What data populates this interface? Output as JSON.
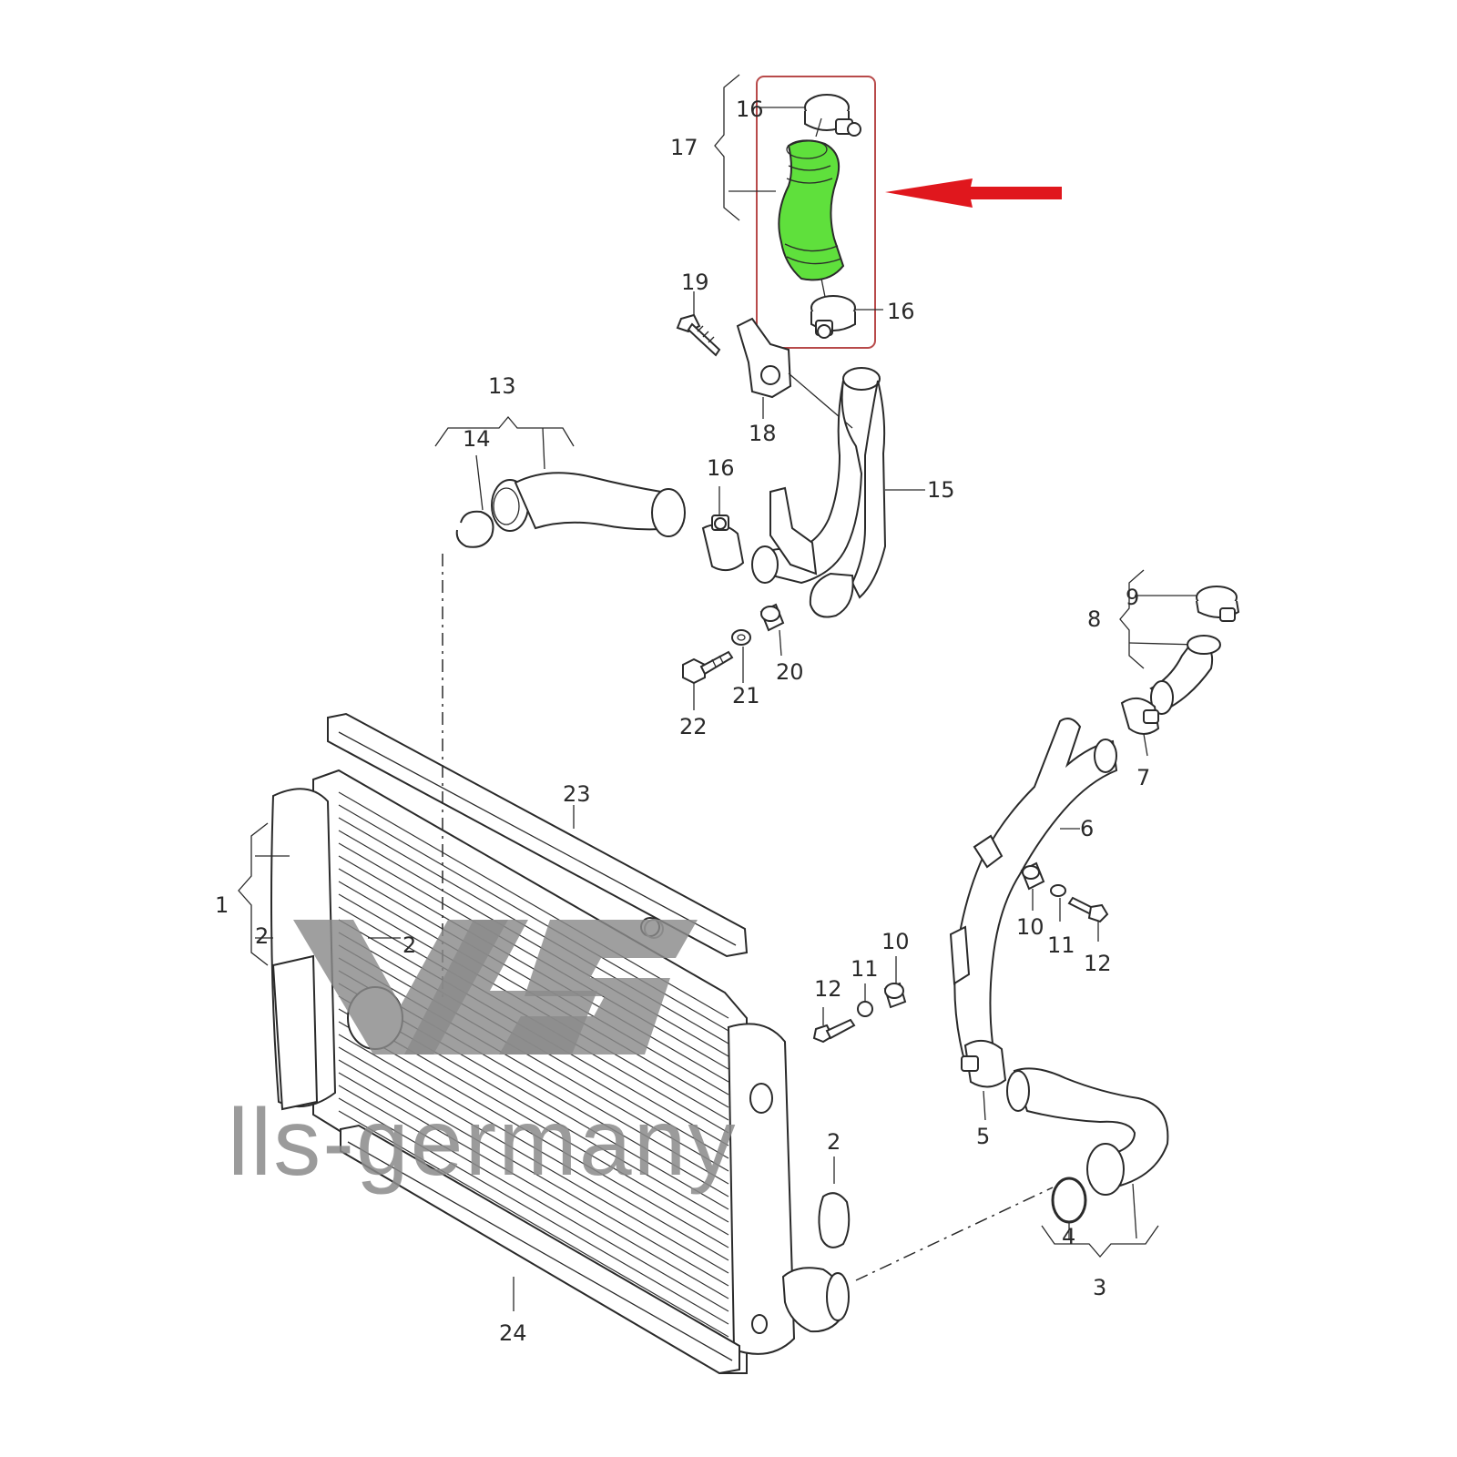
{
  "labels": [
    {
      "id": "16-top",
      "text": "16"
    },
    {
      "id": "17",
      "text": "17"
    },
    {
      "id": "16-mid",
      "text": "16"
    },
    {
      "id": "19",
      "text": "19"
    },
    {
      "id": "18",
      "text": "18"
    },
    {
      "id": "13",
      "text": "13"
    },
    {
      "id": "14",
      "text": "14"
    },
    {
      "id": "16-low",
      "text": "16"
    },
    {
      "id": "15",
      "text": "15"
    },
    {
      "id": "9",
      "text": "9"
    },
    {
      "id": "8",
      "text": "8"
    },
    {
      "id": "22",
      "text": "22"
    },
    {
      "id": "21",
      "text": "21"
    },
    {
      "id": "20",
      "text": "20"
    },
    {
      "id": "7",
      "text": "7"
    },
    {
      "id": "23",
      "text": "23"
    },
    {
      "id": "6",
      "text": "6"
    },
    {
      "id": "1",
      "text": "1"
    },
    {
      "id": "2-a",
      "text": "2"
    },
    {
      "id": "2-b",
      "text": "2"
    },
    {
      "id": "10-r",
      "text": "10"
    },
    {
      "id": "11-r",
      "text": "11"
    },
    {
      "id": "12-r",
      "text": "12"
    },
    {
      "id": "10-l",
      "text": "10"
    },
    {
      "id": "11-l",
      "text": "11"
    },
    {
      "id": "12-l",
      "text": "12"
    },
    {
      "id": "5",
      "text": "5"
    },
    {
      "id": "2-c",
      "text": "2"
    },
    {
      "id": "4",
      "text": "4"
    },
    {
      "id": "3",
      "text": "3"
    },
    {
      "id": "24",
      "text": "24"
    }
  ],
  "watermark": {
    "text": "lls-germany",
    "logo": "lls-logo-mark"
  },
  "highlight": {
    "part": "17",
    "hose_color": "#5fe03c",
    "box_color": "#b84a4a",
    "arrow_color": "#e0171d"
  }
}
